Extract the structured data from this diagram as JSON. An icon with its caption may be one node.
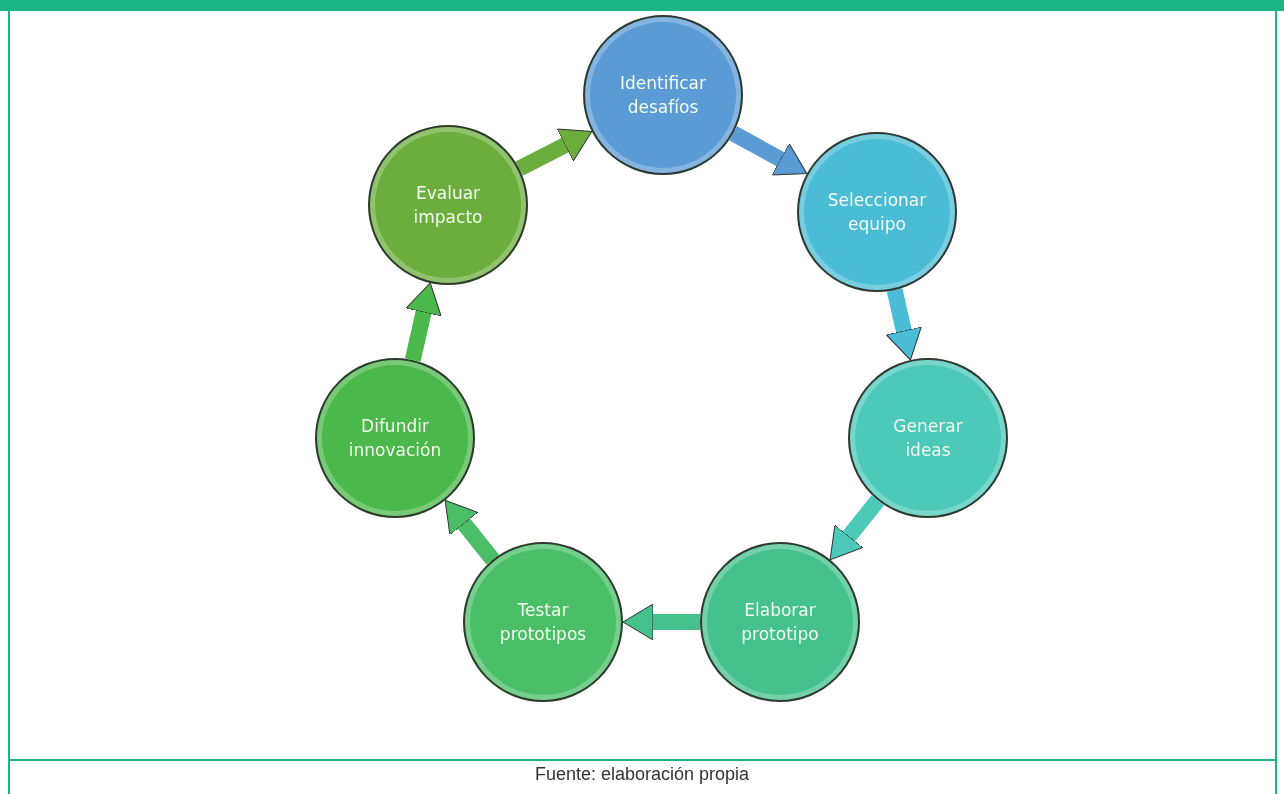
{
  "diagram": {
    "caption": "Fuente: elaboración propia",
    "nodes": [
      {
        "text": [
          "Identificar desafíos"
        ]
      },
      {
        "text": [
          "Seleccionar equipo"
        ]
      },
      {
        "text": [
          "Generar ideas"
        ]
      },
      {
        "text": [
          "Elaborar prototipo"
        ]
      },
      {
        "text": [
          "Testar prototipos"
        ]
      },
      {
        "text": [
          "Difundir innovación"
        ]
      },
      {
        "text": [
          "Evaluar impacto"
        ]
      }
    ],
    "edges": [
      {
        "from": 0,
        "to": 1,
        "arrow": "to",
        "color": "#5b9bd5"
      },
      {
        "from": 1,
        "to": 2,
        "arrow": "to",
        "color": "#4bbcd6"
      },
      {
        "from": 2,
        "to": 3,
        "arrow": "to",
        "color": "#4cc9b9"
      },
      {
        "from": 3,
        "to": 4,
        "arrow": "to",
        "color": "#45c18d"
      },
      {
        "from": 4,
        "to": 5,
        "arrow": "to",
        "color": "#4abf68"
      },
      {
        "from": 5,
        "to": 6,
        "arrow": "to",
        "color": "#4bb84b"
      },
      {
        "from": 6,
        "to": 0,
        "arrow": "to",
        "color": "#6cae3d"
      }
    ]
  }
}
